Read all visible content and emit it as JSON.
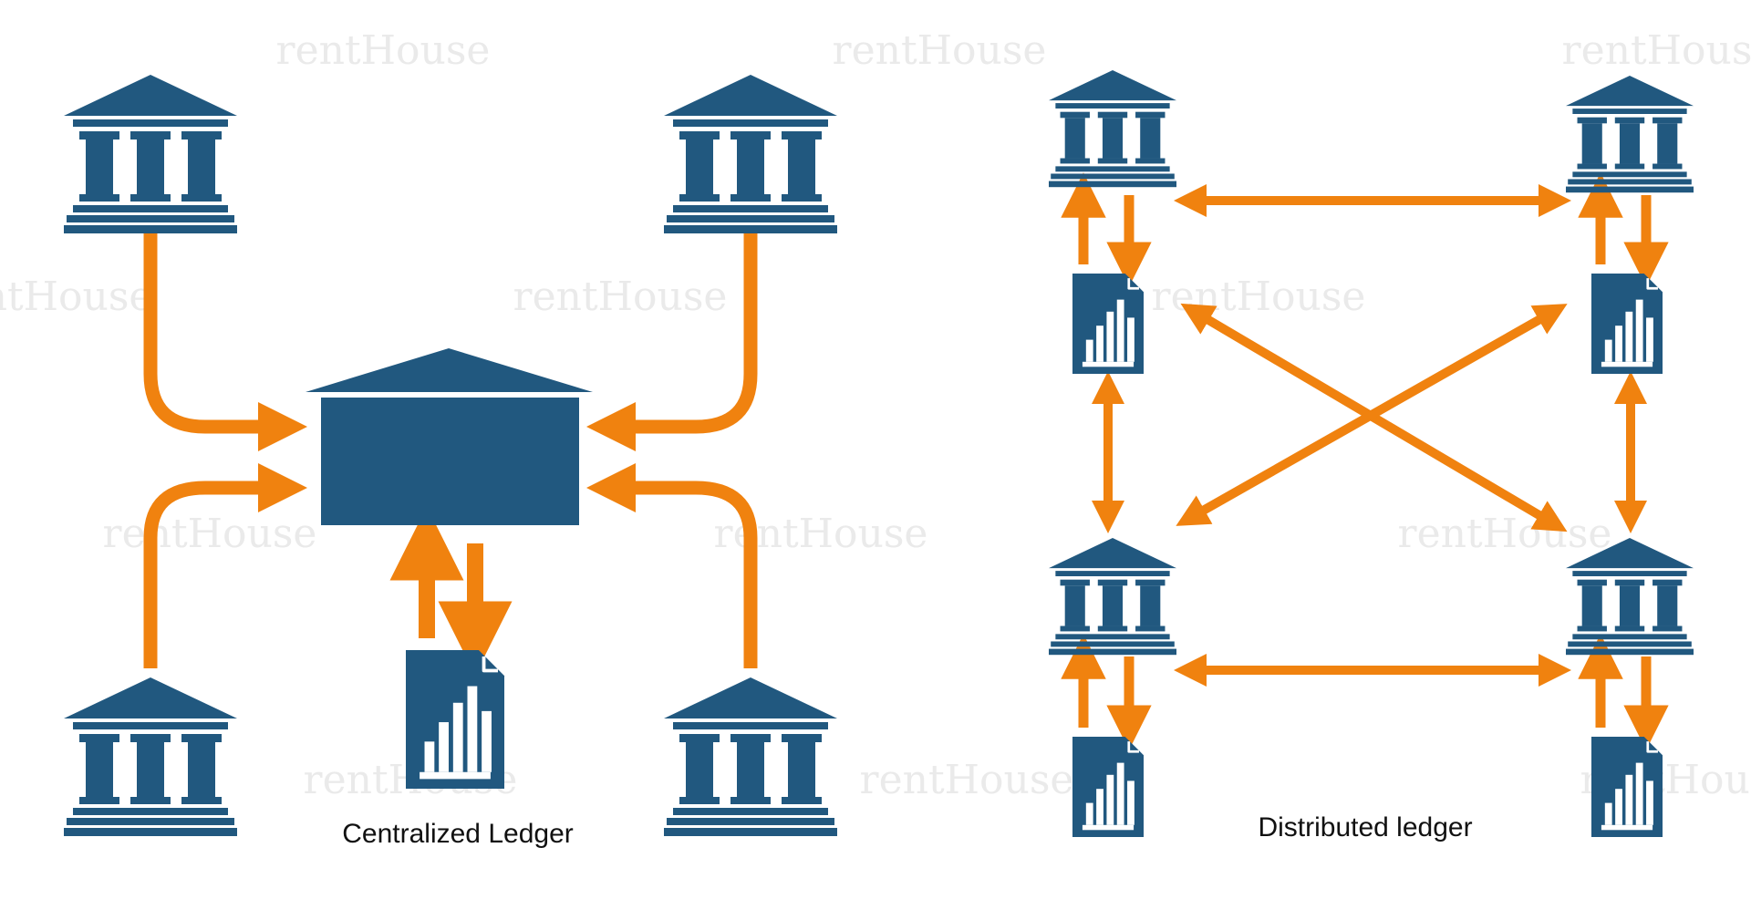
{
  "colors": {
    "primary": "#21587f",
    "arrow": "#f0820f",
    "watermark": "#eaeaea",
    "background": "#ffffff"
  },
  "icons": [
    "bank-building-icon",
    "ledger-document-icon",
    "central-authority-icon",
    "bidirectional-arrow-icon"
  ],
  "watermark": {
    "text": "rentHouse"
  },
  "centralized": {
    "caption": "Centralized Ledger",
    "participants": [
      "bank-top-left",
      "bank-top-right",
      "bank-bottom-left",
      "bank-bottom-right"
    ],
    "hub": "central-authority",
    "ledger": "central-ledger"
  },
  "distributed": {
    "caption": "Distributed ledger",
    "nodes": [
      "node-top-left",
      "node-top-right",
      "node-bottom-left",
      "node-bottom-right"
    ],
    "links": [
      [
        "node-top-left",
        "node-top-right"
      ],
      [
        "node-bottom-left",
        "node-bottom-right"
      ],
      [
        "node-top-left",
        "node-bottom-left"
      ],
      [
        "node-top-right",
        "node-bottom-right"
      ],
      [
        "node-top-left",
        "node-bottom-right"
      ],
      [
        "node-top-right",
        "node-bottom-left"
      ]
    ]
  }
}
